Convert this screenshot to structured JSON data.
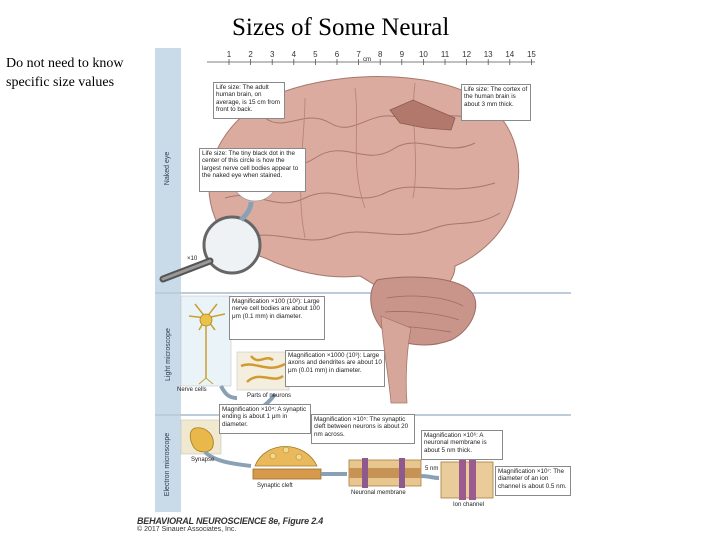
{
  "slide": {
    "title": "Sizes of Some Neural",
    "note": "Do not need to know specific size values"
  },
  "figure": {
    "ruler_ticks": [
      "1",
      "2",
      "3",
      "4",
      "5",
      "6",
      "7",
      "8",
      "9",
      "10",
      "11",
      "12",
      "13",
      "14",
      "15"
    ],
    "ruler_unit": "cm",
    "band_labels": {
      "naked_eye": "Naked eye",
      "light": "Light microscope",
      "electron": "Electron microscope"
    },
    "captions": {
      "brain_size": "Life size: The adult human brain, on average, is 15 cm from front to back.",
      "cortex_size": "Life size: The cortex of the human brain is about 3 mm thick.",
      "dot_size": "Life size: The tiny black dot in the center of this circle is how the largest nerve cell bodies appear to the naked eye when stained.",
      "mag_100": "Magnification ×100 (10²): Large nerve cell bodies are about 100 μm (0.1 mm) in diameter.",
      "mag_1000": "Magnification ×1000 (10³): Large axons and dendrites are about 10 μm (0.01 mm) in diameter.",
      "mag_10_4": "Magnification ×10⁴: A synaptic ending is about 1 μm in diameter.",
      "mag_10_5": "Magnification ×10⁵: The synaptic cleft between neurons is about 20 nm across.",
      "mag_10_6": "Magnification ×10⁶: A neuronal membrane is about 5 nm thick.",
      "mag_10_7": "Magnification ×10⁷: The diameter of an ion channel is about 0.5 nm."
    },
    "labels": {
      "magnifier_mark": "×10",
      "nerve_cells": "Nerve cells",
      "parts_of_neurons": "Parts of neurons",
      "synapse": "Synapse",
      "synaptic_cleft": "Synaptic cleft",
      "neuronal_membrane": "Neuronal membrane",
      "membrane_thickness": "5 nm",
      "ion_channel": "Ion channel"
    }
  },
  "credit": {
    "book": "BEHAVIORAL NEUROSCIENCE 8e, Figure 2.4",
    "copyright": "© 2017 Sinauer Associates, Inc."
  },
  "colors": {
    "band": "#c9dbe9",
    "brain": "#d9a79a",
    "brain_dark": "#b27f73",
    "neuron_yellow": "#e8c24a",
    "membrane_purple": "#8e5a8e"
  }
}
